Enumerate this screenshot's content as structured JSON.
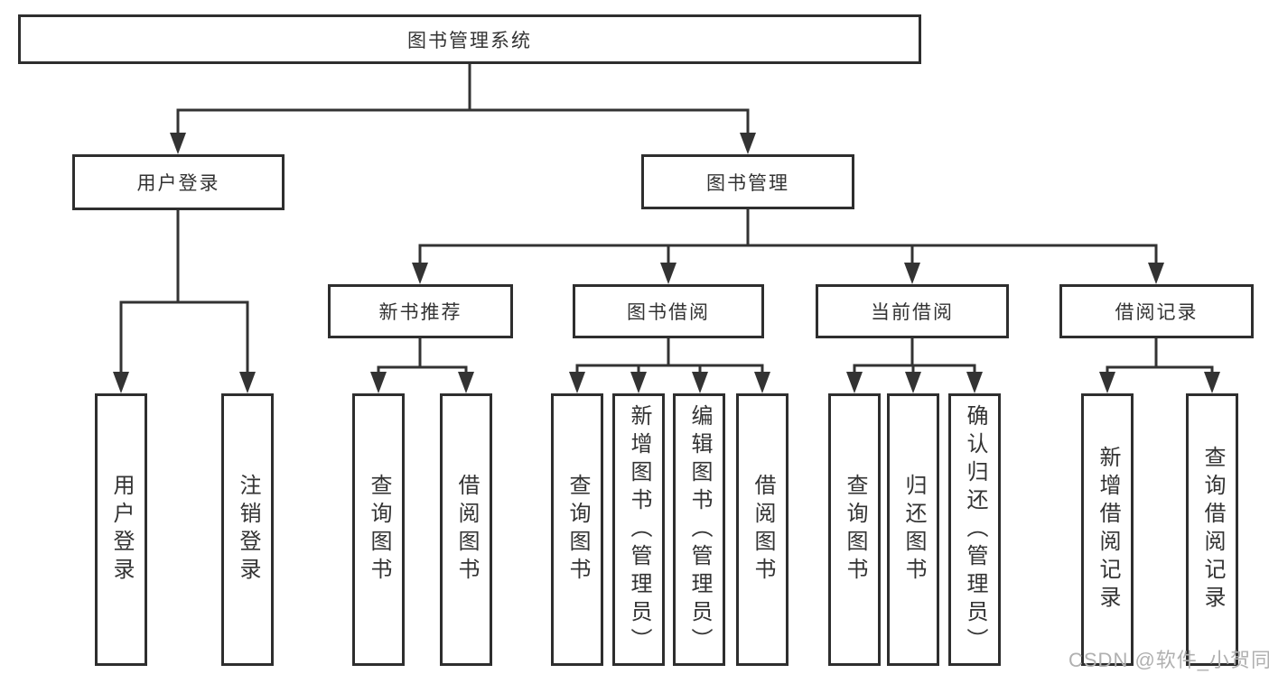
{
  "nodes": {
    "root": "图书管理系统",
    "user_login": "用户登录",
    "book_mgmt": "图书管理",
    "new_book_rec": "新书推荐",
    "book_borrow": "图书借阅",
    "current_borrow": "当前借阅",
    "borrow_records": "借阅记录",
    "leaf_user_login": "用户登录",
    "leaf_logout": "注销登录",
    "leaf_nb_query_book": "查询图书",
    "leaf_nb_borrow_book": "借阅图书",
    "leaf_bb_query_book": "查询图书",
    "leaf_bb_add_book": "新增图书（管理员）",
    "leaf_bb_edit_book": "编辑图书（管理员）",
    "leaf_bb_borrow_book": "借阅图书",
    "leaf_cb_query_book": "查询图书",
    "leaf_cb_return_book": "归还图书",
    "leaf_cb_confirm_return": "确认归还（管理员）",
    "leaf_br_add_record": "新增借阅记录",
    "leaf_br_query_record": "查询借阅记录"
  },
  "watermark": "CSDN @软件_小贺同学",
  "colors": {
    "line": "#333333",
    "box_border": "#2e2e2e",
    "text": "#333333",
    "background": "#ffffff",
    "watermark": "#b0b0b0"
  }
}
